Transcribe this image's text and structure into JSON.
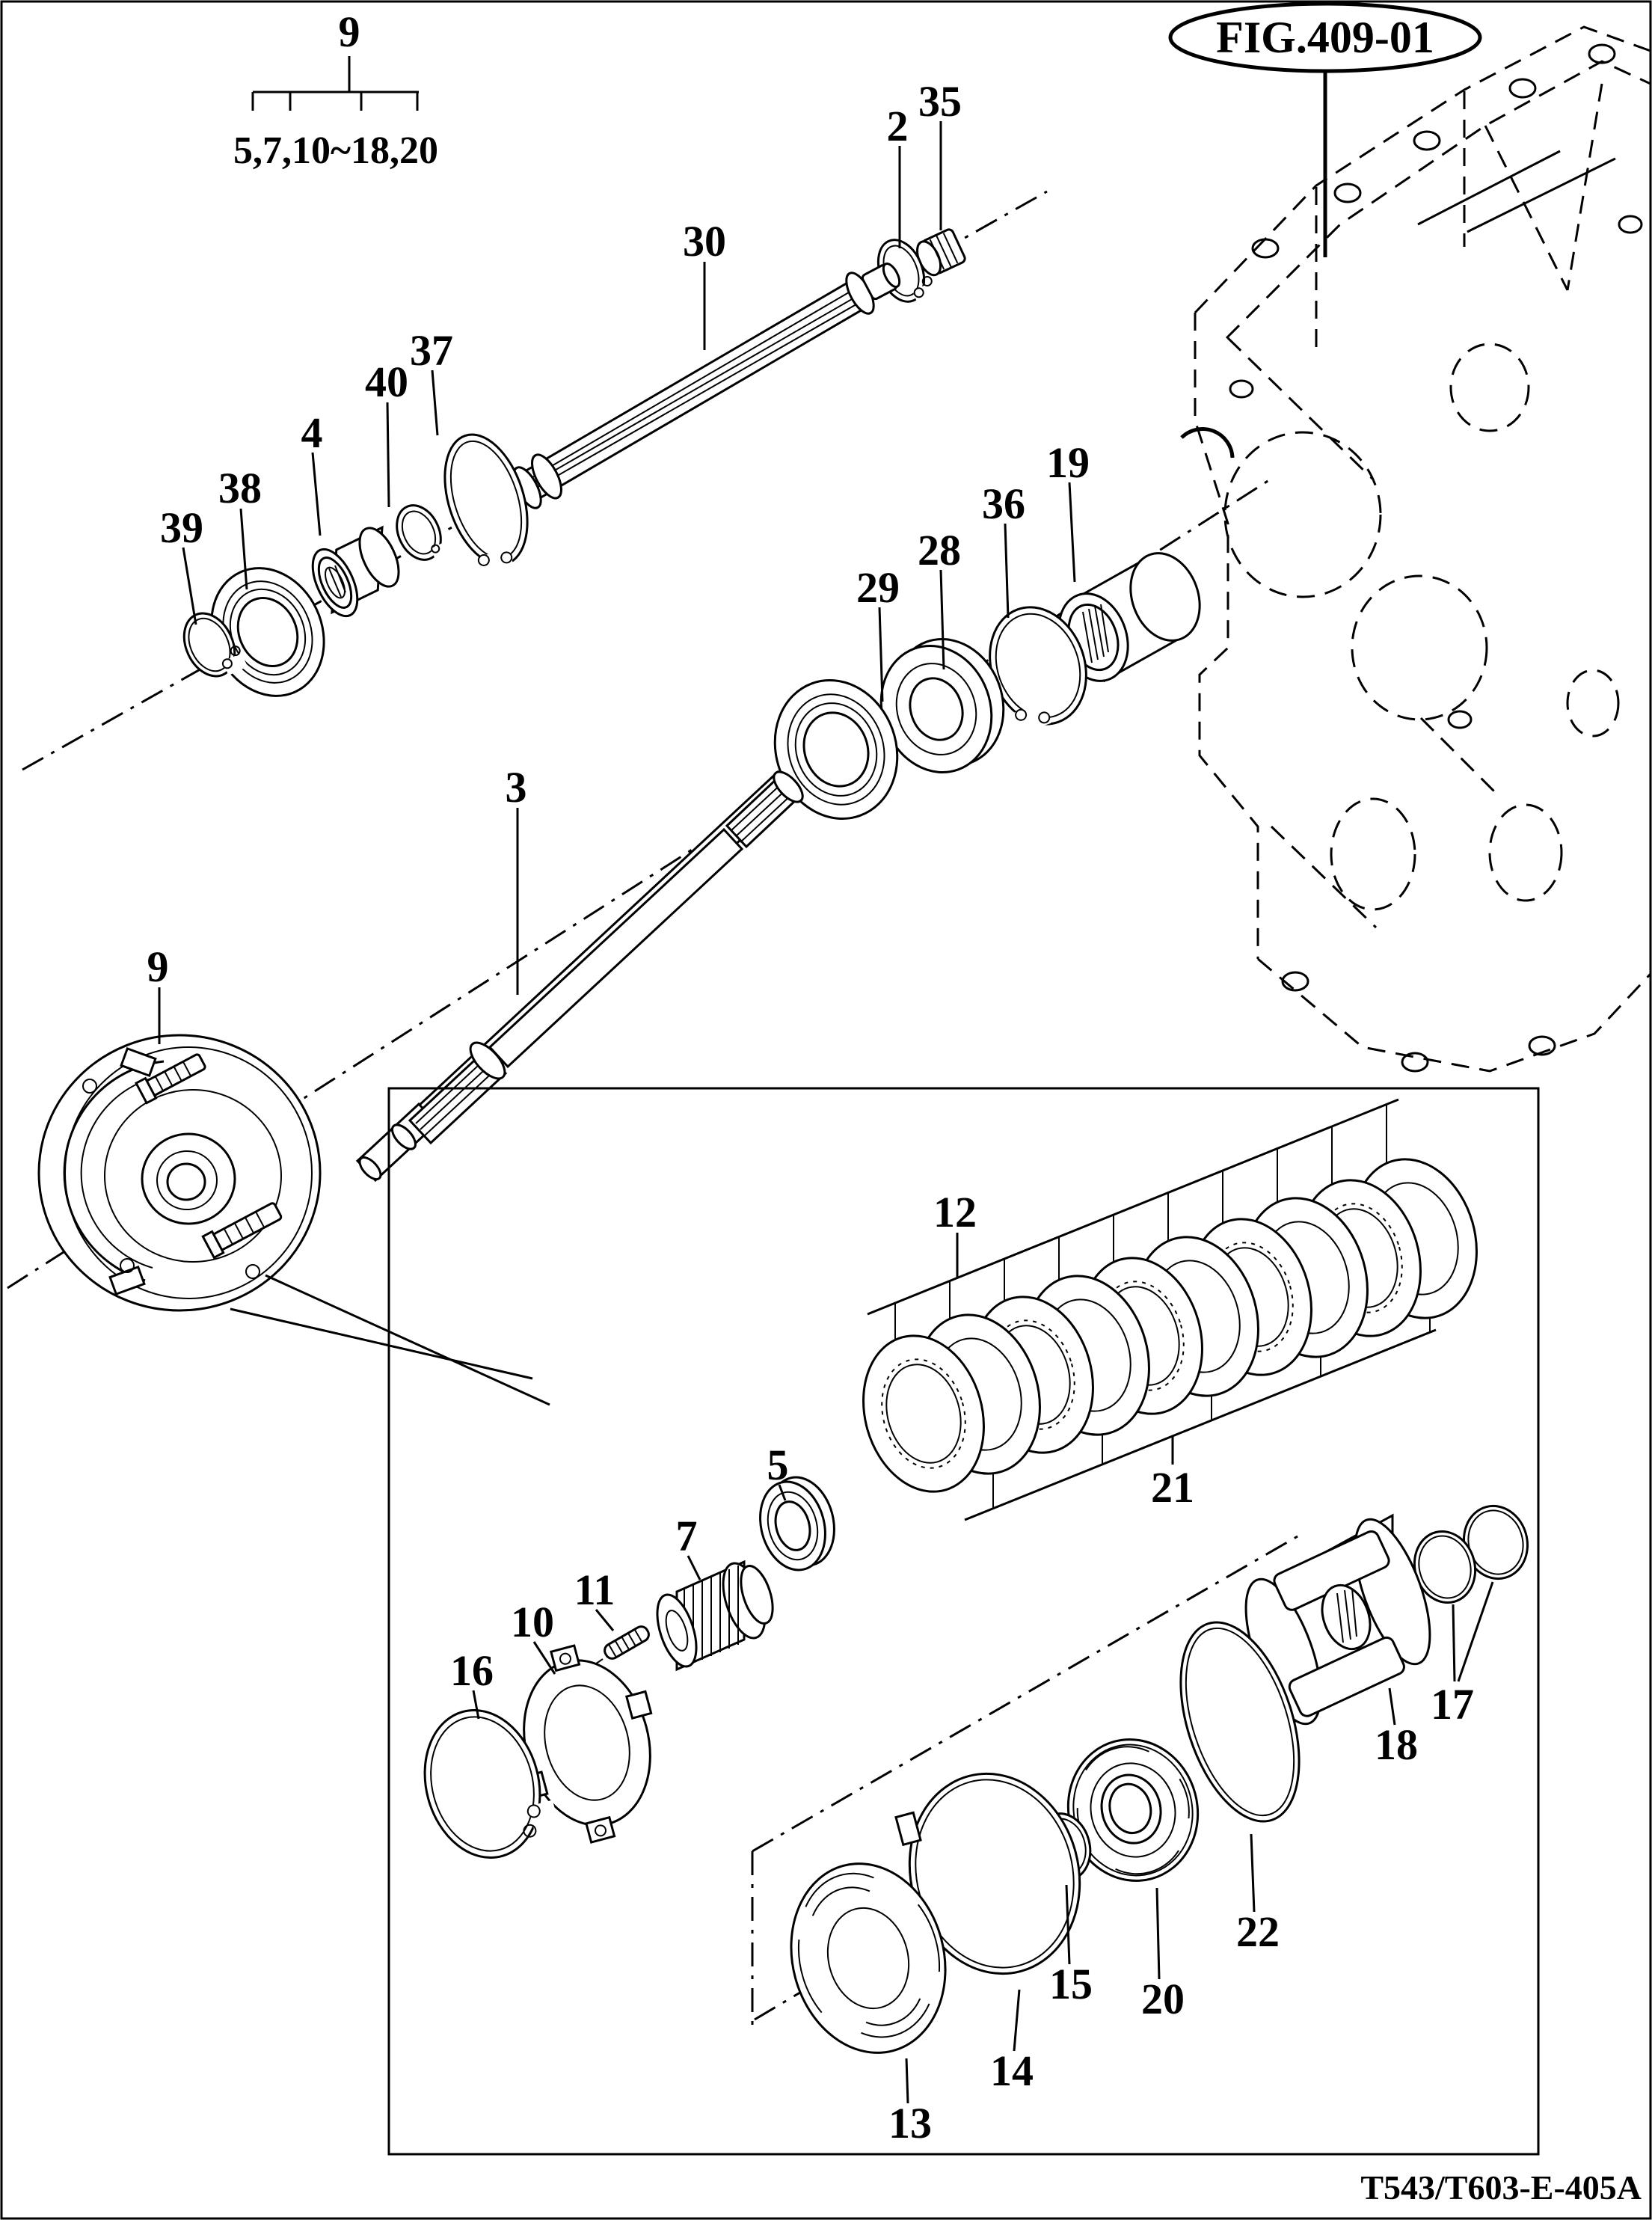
{
  "figure_ref": "FIG.409-01",
  "doc_code": "T543/T603-E-405A",
  "group_callout": {
    "label": "9",
    "range_text": "5,7,10~18,20"
  },
  "clutch_pack": {
    "disc_count": 10
  },
  "colors": {
    "ink": "#000000",
    "paper": "#ffffff"
  },
  "parts": [
    {
      "id": "group-callout",
      "label": "9"
    },
    {
      "id": "input-shaft-30",
      "label": "30"
    },
    {
      "id": "snap-ring-2",
      "label": "2"
    },
    {
      "id": "needle-bearing-35",
      "label": "35"
    },
    {
      "id": "snap-ring-37",
      "label": "37"
    },
    {
      "id": "snap-ring-40",
      "label": "40"
    },
    {
      "id": "collar-4",
      "label": "4"
    },
    {
      "id": "ball-bearing-38",
      "label": "38"
    },
    {
      "id": "snap-ring-39",
      "label": "39"
    },
    {
      "id": "bushing-19",
      "label": "19"
    },
    {
      "id": "snap-ring-36",
      "label": "36"
    },
    {
      "id": "ball-bearing-28",
      "label": "28"
    },
    {
      "id": "ball-bearing-29",
      "label": "29"
    },
    {
      "id": "pto-shaft-3",
      "label": "3"
    },
    {
      "id": "clutch-assembly-9",
      "label": "9"
    },
    {
      "id": "friction-discs-12",
      "label": "12"
    },
    {
      "id": "steel-plates-21",
      "label": "21"
    },
    {
      "id": "snap-ring-16",
      "label": "16"
    },
    {
      "id": "retainer-plate-10",
      "label": "10"
    },
    {
      "id": "spring-11",
      "label": "11"
    },
    {
      "id": "clutch-hub-7",
      "label": "7"
    },
    {
      "id": "bearing-5",
      "label": "5"
    },
    {
      "id": "piston-plate-13",
      "label": "13"
    },
    {
      "id": "ring-14",
      "label": "14"
    },
    {
      "id": "o-ring-15",
      "label": "15"
    },
    {
      "id": "piston-20",
      "label": "20"
    },
    {
      "id": "ring-22",
      "label": "22"
    },
    {
      "id": "spring-retainer-18",
      "label": "18"
    },
    {
      "id": "o-rings-17",
      "label": "17"
    }
  ]
}
